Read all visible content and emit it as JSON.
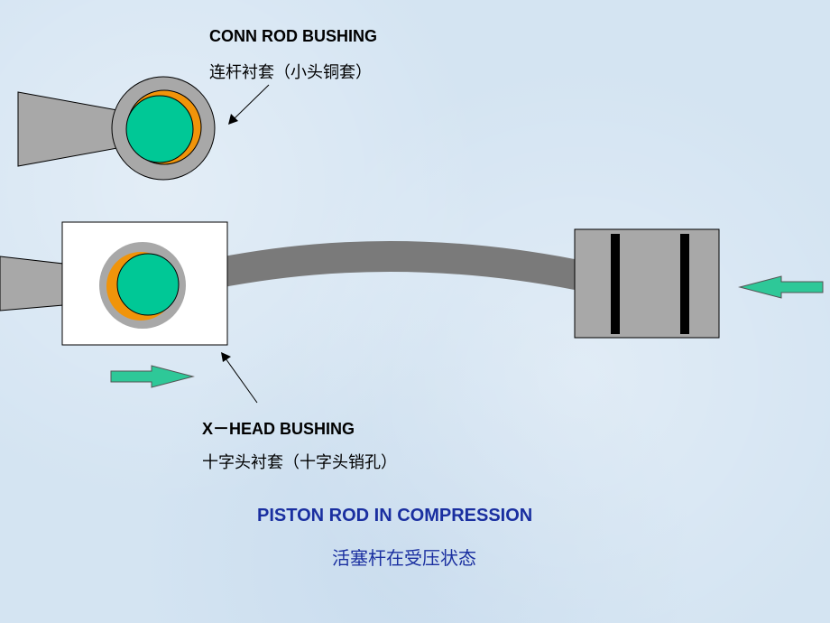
{
  "labels": {
    "conn_rod_en": "CONN ROD BUSHING",
    "conn_rod_zh": "连杆衬套（小头铜套）",
    "xhead_en": "X－HEAD BUSHING",
    "xhead_zh": "十字头衬套（十字头销孔）",
    "caption_en": "PISTON ROD IN COMPRESSION",
    "caption_zh": "活塞杆在受压状态"
  },
  "colors": {
    "caption": "#1a2fa0",
    "body_gray": "#a8a8a8",
    "bushing_orange": "#f0940a",
    "pin_green": "#00c896",
    "arrow_green": "#2ec898",
    "piston_band": "#000000"
  }
}
